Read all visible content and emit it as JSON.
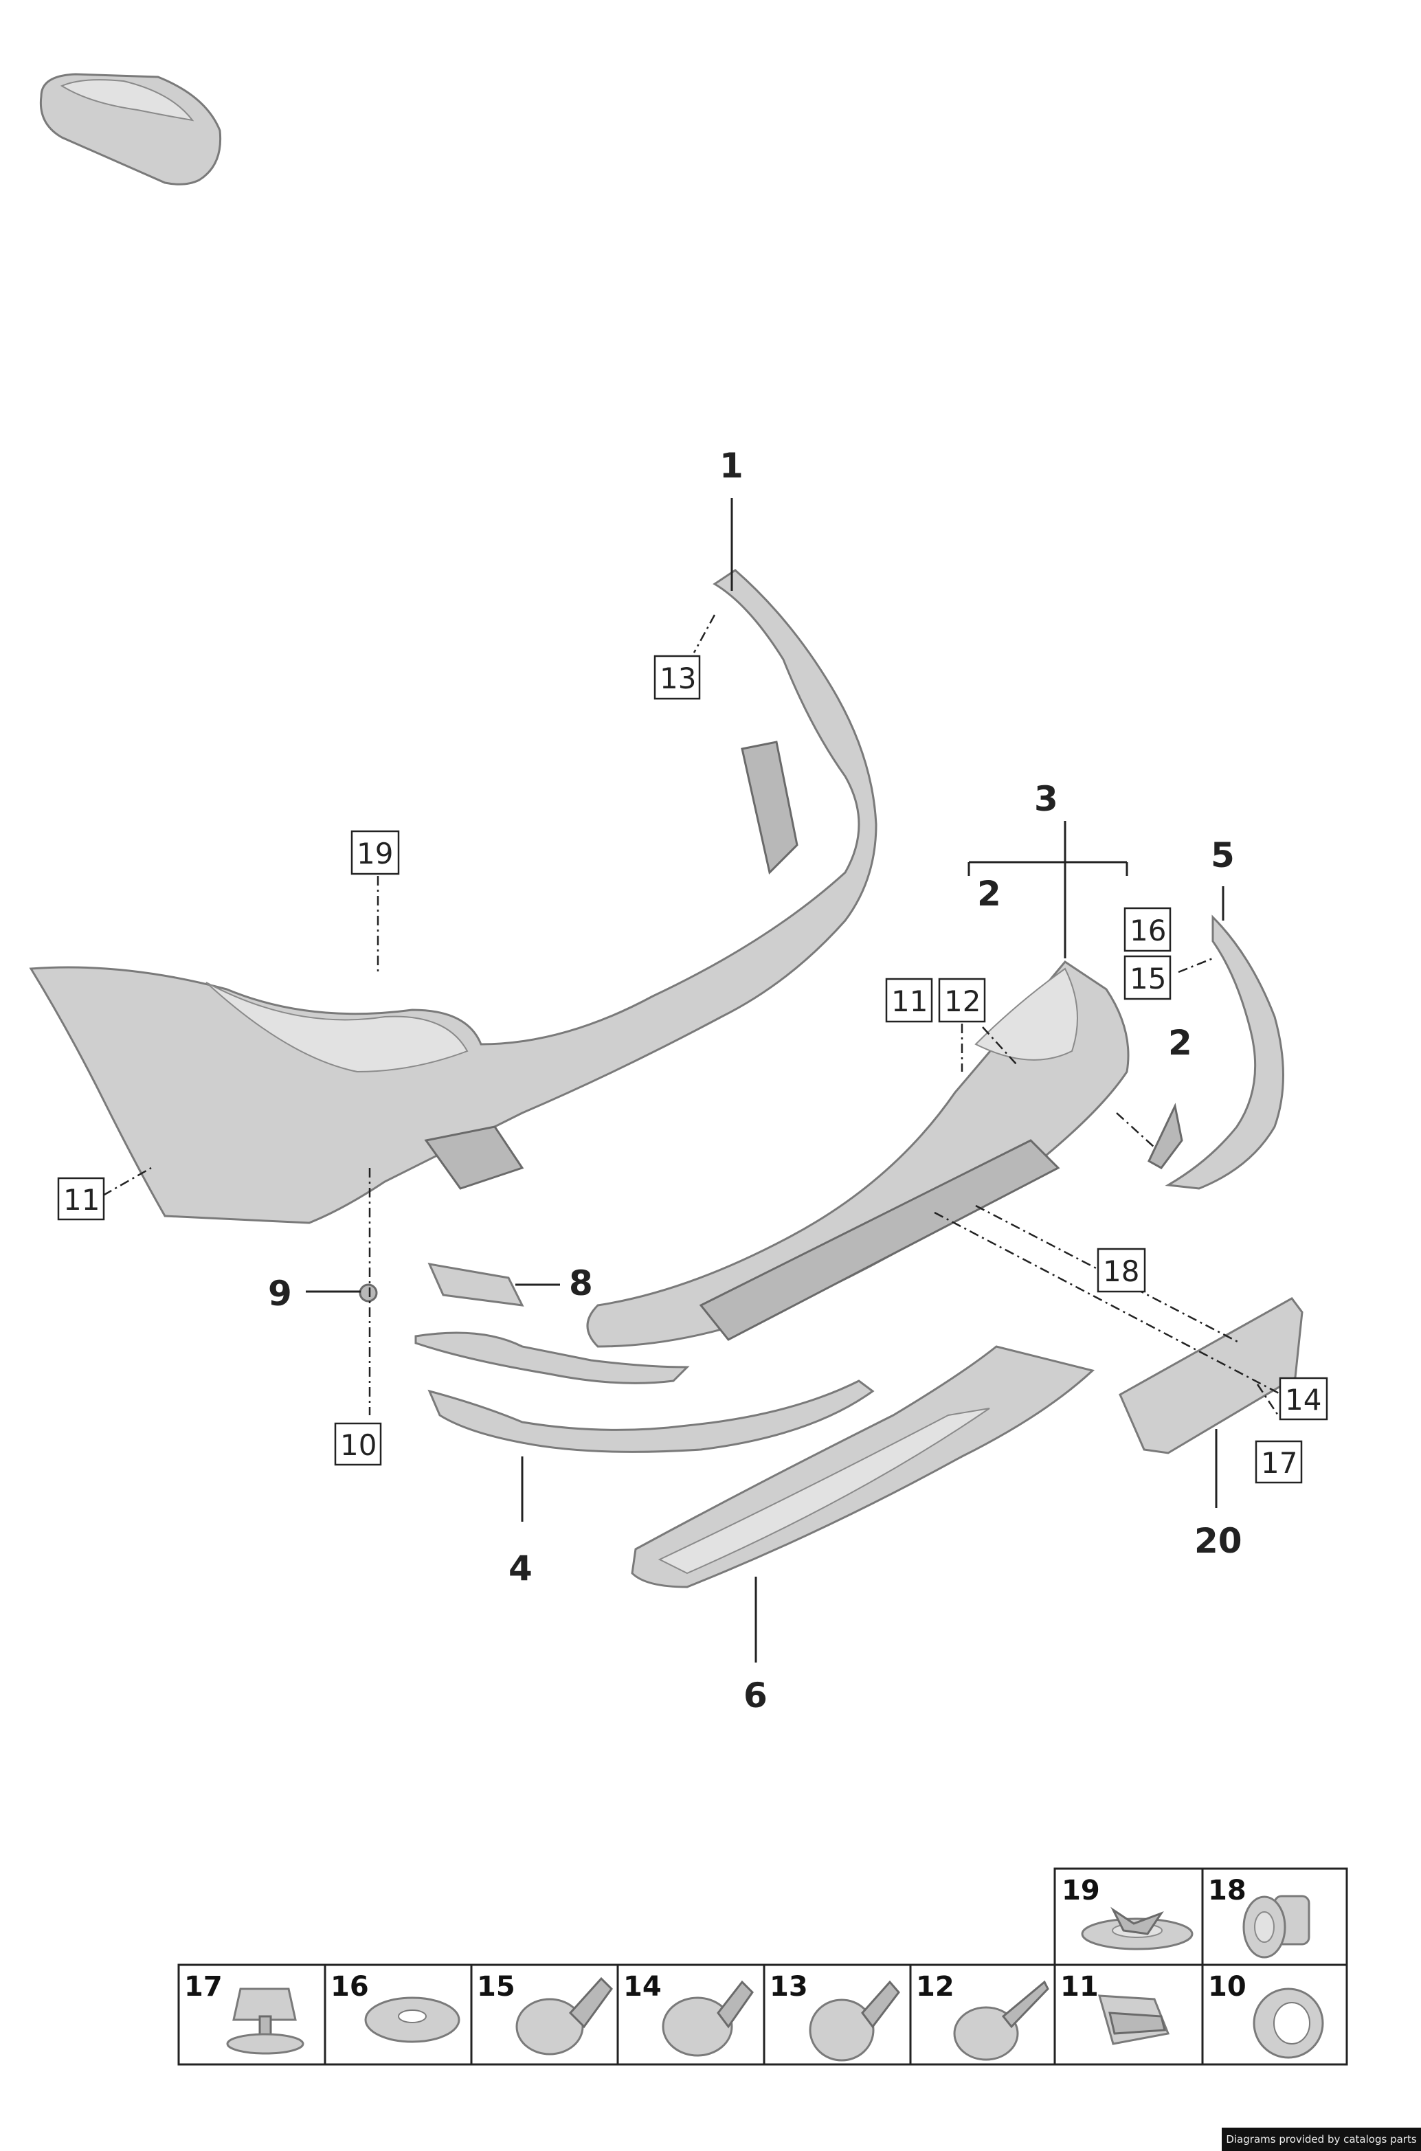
{
  "callouts": {
    "c1": "1",
    "c2a": "2",
    "c2b": "2",
    "c3": "3",
    "c4": "4",
    "c5": "5",
    "c6": "6",
    "c8": "8",
    "c9": "9",
    "c20": "20"
  },
  "boxed": {
    "b10": "10",
    "b11a": "11",
    "b11b": "11",
    "b12": "12",
    "b13": "13",
    "b14": "14",
    "b15": "15",
    "b16": "16",
    "b17": "17",
    "b18": "18",
    "b19": "19"
  },
  "fastener_table": {
    "top_row": [
      "19",
      "18"
    ],
    "bottom_row": [
      "17",
      "16",
      "15",
      "14",
      "13",
      "12",
      "11",
      "10"
    ]
  },
  "footer": "Diagrams provided by catalogs parts",
  "colors": {
    "part": "#cfcfcf",
    "outline": "#7a7a7a",
    "ink": "#222222"
  }
}
